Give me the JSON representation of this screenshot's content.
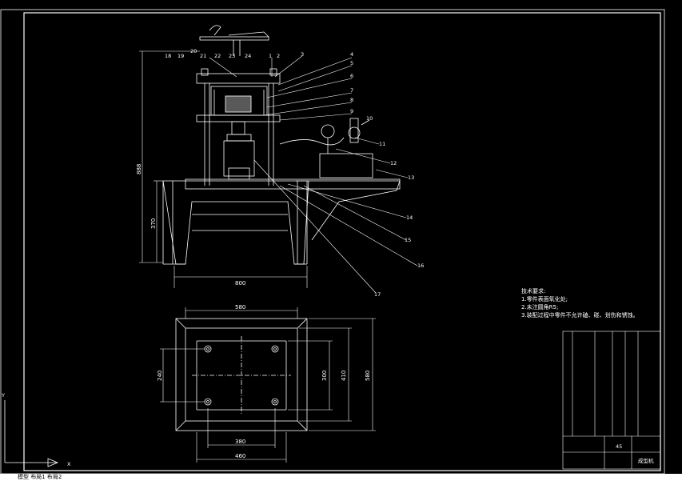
{
  "drawing": {
    "part_labels": [
      "1",
      "2",
      "3",
      "4",
      "5",
      "6",
      "7",
      "8",
      "9",
      "10",
      "11",
      "12",
      "13",
      "14",
      "15",
      "16",
      "17",
      "18",
      "19",
      "20",
      "21",
      "22",
      "23",
      "24"
    ],
    "dimensions": {
      "overall_height": "888",
      "base_height": "370",
      "base_width": "800",
      "top_width": "580",
      "plate_height": "240",
      "inner_width": "380",
      "outer_width": "460",
      "side_300": "300",
      "side_410": "410",
      "side_580": "580"
    },
    "technical_requirements": {
      "title": "技术要求:",
      "items": [
        "1.零件表面氧化处;",
        "2.未注圆角R5;",
        "3.装配过程中零件不允许磕、碰、划伤和锈蚀。"
      ]
    },
    "title_block": {
      "material": "45",
      "name": "成型机"
    }
  },
  "ucs": {
    "y_label": "Y",
    "x_label": "X"
  },
  "status_bar": {
    "text": "模型 布局1 布局2"
  }
}
